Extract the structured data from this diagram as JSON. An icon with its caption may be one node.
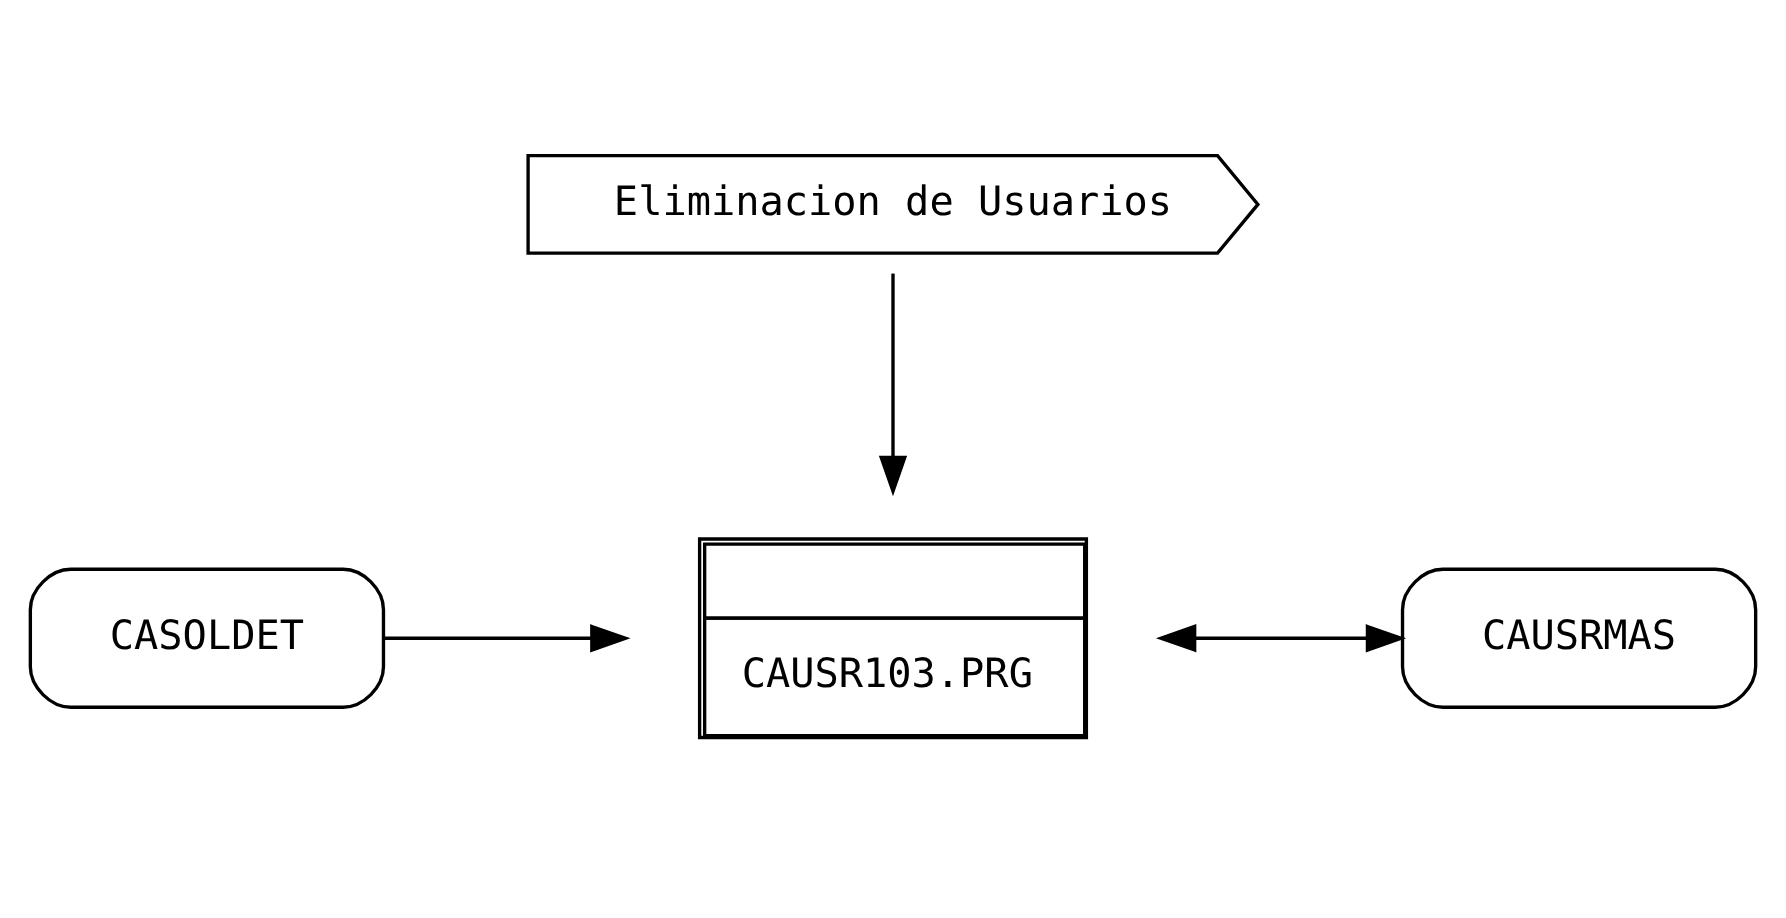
{
  "diagram": {
    "nodes": [
      {
        "text": [
          "Eliminacion de Usuarios"
        ]
      },
      {
        "text": [
          "CASOLDET"
        ]
      },
      {
        "text": [
          "CAUSR103.PRG"
        ]
      },
      {
        "text": [
          "CAUSRMAS"
        ]
      }
    ],
    "edges": [
      {
        "from": 0,
        "to": 2,
        "arrow": "to"
      },
      {
        "from": 1,
        "to": 2,
        "arrow": "to"
      },
      {
        "from": 2,
        "to": 3,
        "arrow": "both"
      }
    ]
  }
}
